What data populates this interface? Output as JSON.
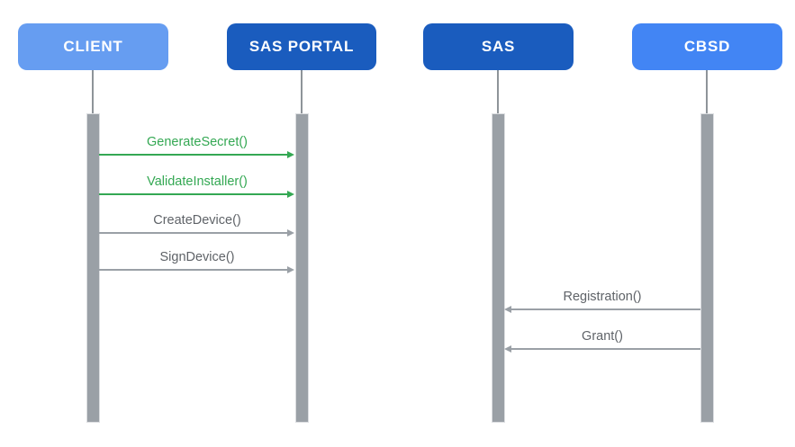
{
  "diagram": {
    "type": "sequence-diagram",
    "background": "#FFFFFF",
    "actors": [
      {
        "id": "client",
        "label": "CLIENT",
        "fill": "#669DF1",
        "text_color": "#FFFFFF"
      },
      {
        "id": "sas-portal",
        "label": "SAS PORTAL",
        "fill": "#1A5CBE",
        "text_color": "#FFFFFF"
      },
      {
        "id": "sas",
        "label": "SAS",
        "fill": "#1A5CBE",
        "text_color": "#FFFFFF"
      },
      {
        "id": "cbsd",
        "label": "CBSD",
        "fill": "#4285F4",
        "text_color": "#FFFFFF"
      }
    ],
    "messages": [
      {
        "label": "GenerateSecret()",
        "from": "CLIENT",
        "to": "SAS PORTAL",
        "direction": "right",
        "color": "#34A853"
      },
      {
        "label": "ValidateInstaller()",
        "from": "CLIENT",
        "to": "SAS PORTAL",
        "direction": "right",
        "color": "#34A853"
      },
      {
        "label": "CreateDevice()",
        "from": "CLIENT",
        "to": "SAS PORTAL",
        "direction": "right",
        "color": "#5F6368"
      },
      {
        "label": "SignDevice()",
        "from": "CLIENT",
        "to": "SAS PORTAL",
        "direction": "right",
        "color": "#5F6368"
      },
      {
        "label": "Registration()",
        "from": "CBSD",
        "to": "SAS",
        "direction": "left",
        "color": "#5F6368"
      },
      {
        "label": "Grant()",
        "from": "CBSD",
        "to": "SAS",
        "direction": "left",
        "color": "#5F6368"
      }
    ],
    "colors": {
      "lifeline": "#8E9499",
      "activation_fill": "#9AA0A6",
      "activation_border": "#DCDEE1",
      "arrow_green": "#34A853",
      "arrow_gray": "#9AA0A6",
      "label_gray": "#5F6368"
    }
  }
}
